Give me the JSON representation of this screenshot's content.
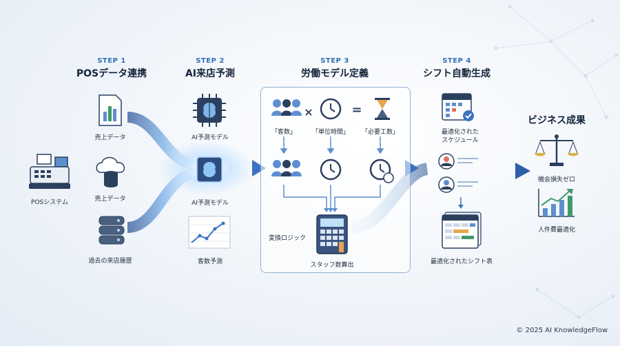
{
  "steps": [
    {
      "step": "STEP 1",
      "title": "POSデータ連携"
    },
    {
      "step": "STEP 2",
      "title": "AI来店予測"
    },
    {
      "step": "STEP 3",
      "title": "労働モデル定義"
    },
    {
      "step": "STEP 4",
      "title": "シフト自動生成"
    }
  ],
  "outcome_title": "ビジネス成果",
  "pos_system": "POSシステム",
  "step1_items": [
    "売上データ",
    "売上データ",
    "過去の来店履歴"
  ],
  "step2_items": [
    "AI予測モデル",
    "AI予測モデル",
    "客数予測"
  ],
  "step3": {
    "labels": [
      "「客数」",
      "「単位時間」",
      "「必要工数」"
    ],
    "times_sign": "×",
    "equals_sign": "=",
    "logic_label": "変換ロジック",
    "calc_label": "スタッフ数算出"
  },
  "step4_items": [
    "最適化された\nスケジュール",
    "最適化されたシフト表"
  ],
  "outcomes": [
    "機会損失ゼロ",
    "人件費最適化"
  ],
  "copyright": "© 2025 AI KnowledgeFlow",
  "colors": {
    "accent": "#2f6fb5",
    "dark": "#1f3f73",
    "light": "#7fb4e8"
  }
}
